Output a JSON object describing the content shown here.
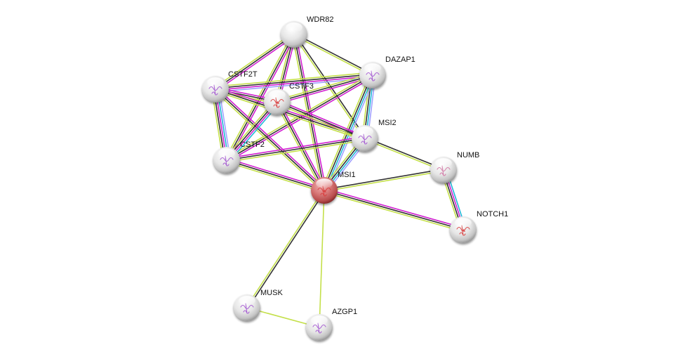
{
  "graph": {
    "colors": {
      "coexpression": "#333333",
      "textmining": "#c4e04a",
      "experiments": "#d020d0",
      "databases": "#20b8d8",
      "homology": "#a0a0ff",
      "query_node": "#d86a6a",
      "node": "#e8e8e8",
      "label": "#111111"
    },
    "nodes": [
      {
        "id": "WDR82",
        "label": "WDR82",
        "query": false,
        "structure": "none"
      },
      {
        "id": "DAZAP1",
        "label": "DAZAP1",
        "query": false,
        "structure": "purple"
      },
      {
        "id": "CSTF2T",
        "label": "CSTF2T",
        "query": false,
        "structure": "purple"
      },
      {
        "id": "CSTF3",
        "label": "CSTF3",
        "query": false,
        "structure": "red"
      },
      {
        "id": "MSI2",
        "label": "MSI2",
        "query": false,
        "structure": "purple"
      },
      {
        "id": "CSTF2",
        "label": "CSTF2",
        "query": false,
        "structure": "purple"
      },
      {
        "id": "MSI1",
        "label": "MSI1",
        "query": true,
        "structure": "red"
      },
      {
        "id": "NUMB",
        "label": "NUMB",
        "query": false,
        "structure": "pink"
      },
      {
        "id": "NOTCH1",
        "label": "NOTCH1",
        "query": false,
        "structure": "red"
      },
      {
        "id": "MUSK",
        "label": "MUSK",
        "query": false,
        "structure": "purple"
      },
      {
        "id": "AZGP1",
        "label": "AZGP1",
        "query": false,
        "structure": "purple"
      }
    ],
    "edges": [
      {
        "source": "WDR82",
        "target": "CSTF2T",
        "types": [
          "experiments",
          "coexpression",
          "textmining"
        ]
      },
      {
        "source": "WDR82",
        "target": "CSTF3",
        "types": [
          "experiments",
          "coexpression",
          "textmining"
        ]
      },
      {
        "source": "WDR82",
        "target": "CSTF2",
        "types": [
          "experiments",
          "coexpression",
          "textmining"
        ]
      },
      {
        "source": "WDR82",
        "target": "DAZAP1",
        "types": [
          "coexpression",
          "textmining"
        ]
      },
      {
        "source": "WDR82",
        "target": "MSI2",
        "types": [
          "coexpression",
          "textmining"
        ]
      },
      {
        "source": "WDR82",
        "target": "MSI1",
        "types": [
          "experiments",
          "coexpression",
          "textmining"
        ]
      },
      {
        "source": "DAZAP1",
        "target": "CSTF2T",
        "types": [
          "homology",
          "experiments",
          "coexpression",
          "textmining"
        ]
      },
      {
        "source": "DAZAP1",
        "target": "CSTF3",
        "types": [
          "experiments",
          "coexpression",
          "textmining"
        ]
      },
      {
        "source": "DAZAP1",
        "target": "CSTF2",
        "types": [
          "experiments",
          "coexpression",
          "textmining"
        ]
      },
      {
        "source": "DAZAP1",
        "target": "MSI2",
        "types": [
          "homology",
          "databases",
          "coexpression",
          "textmining"
        ]
      },
      {
        "source": "DAZAP1",
        "target": "MSI1",
        "types": [
          "homology",
          "databases",
          "coexpression",
          "textmining"
        ]
      },
      {
        "source": "CSTF2T",
        "target": "CSTF3",
        "types": [
          "experiments",
          "coexpression",
          "textmining"
        ]
      },
      {
        "source": "CSTF2T",
        "target": "CSTF2",
        "types": [
          "homology",
          "databases",
          "experiments",
          "coexpression",
          "textmining"
        ]
      },
      {
        "source": "CSTF2T",
        "target": "MSI2",
        "types": [
          "experiments",
          "coexpression",
          "textmining"
        ]
      },
      {
        "source": "CSTF2T",
        "target": "MSI1",
        "types": [
          "experiments",
          "coexpression",
          "textmining"
        ]
      },
      {
        "source": "CSTF3",
        "target": "CSTF2",
        "types": [
          "databases",
          "experiments",
          "coexpression",
          "textmining"
        ]
      },
      {
        "source": "CSTF3",
        "target": "MSI2",
        "types": [
          "experiments",
          "coexpression",
          "textmining"
        ]
      },
      {
        "source": "CSTF3",
        "target": "MSI1",
        "types": [
          "experiments",
          "coexpression",
          "textmining"
        ]
      },
      {
        "source": "CSTF2",
        "target": "MSI2",
        "types": [
          "experiments",
          "coexpression",
          "textmining"
        ]
      },
      {
        "source": "CSTF2",
        "target": "MSI1",
        "types": [
          "experiments",
          "coexpression",
          "textmining"
        ]
      },
      {
        "source": "MSI2",
        "target": "MSI1",
        "types": [
          "homology",
          "databases",
          "coexpression",
          "textmining"
        ]
      },
      {
        "source": "MSI2",
        "target": "NUMB",
        "types": [
          "coexpression",
          "textmining"
        ]
      },
      {
        "source": "MSI1",
        "target": "NUMB",
        "types": [
          "coexpression",
          "textmining"
        ]
      },
      {
        "source": "MSI1",
        "target": "NOTCH1",
        "types": [
          "experiments",
          "coexpression",
          "textmining"
        ]
      },
      {
        "source": "NUMB",
        "target": "NOTCH1",
        "types": [
          "databases",
          "experiments",
          "coexpression",
          "textmining"
        ]
      },
      {
        "source": "MSI1",
        "target": "MUSK",
        "types": [
          "coexpression",
          "textmining"
        ]
      },
      {
        "source": "MSI1",
        "target": "AZGP1",
        "types": [
          "textmining"
        ]
      },
      {
        "source": "MUSK",
        "target": "AZGP1",
        "types": [
          "textmining"
        ]
      }
    ]
  }
}
